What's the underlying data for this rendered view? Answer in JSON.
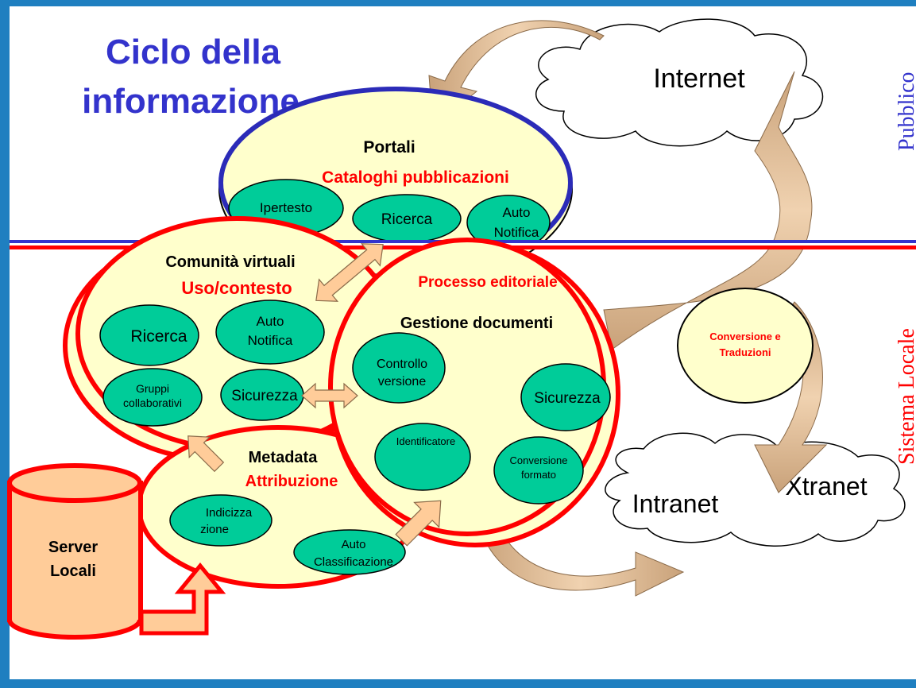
{
  "title": {
    "line1": "Ciclo della",
    "line2": "informazione"
  },
  "side_labels": {
    "public": "Pubblico",
    "local": "Sistema Locale"
  },
  "clouds": {
    "internet": "Internet",
    "intranet": "Intranet",
    "xtranet": "Xtranet"
  },
  "portali": {
    "title": "Portali",
    "subtitle": "Cataloghi pubblicazioni",
    "items": {
      "ipertesto": "Ipertesto",
      "ricerca": "Ricerca",
      "auto_notifica_1": "Auto",
      "auto_notifica_2": "Notifica"
    }
  },
  "comunita": {
    "title": "Comunità virtuali",
    "subtitle": "Uso/contesto",
    "items": {
      "ricerca": "Ricerca",
      "auto_notifica_1": "Auto",
      "auto_notifica_2": "Notifica",
      "gruppi_1": "Gruppi",
      "gruppi_2": "collaborativi",
      "sicurezza": "Sicurezza"
    }
  },
  "processo": {
    "title": "Processo editoriale",
    "subtitle": "Gestione documenti",
    "items": {
      "controllo_1": "Controllo",
      "controllo_2": "versione",
      "sicurezza": "Sicurezza",
      "identificatore": "Identificatore",
      "conversione_1": "Conversione",
      "conversione_2": "formato"
    }
  },
  "metadata": {
    "title": "Metadata",
    "subtitle": "Attribuzione",
    "items": {
      "indicizza_1": "Indicizza",
      "indicizza_2": "zione",
      "auto_class_1": "Auto",
      "auto_class_2": "Classificazione"
    }
  },
  "conversione": {
    "line1": "Conversione e",
    "line2": "Traduzioni"
  },
  "server": {
    "line1": "Server",
    "line2": "Locali"
  },
  "colors": {
    "frame_blue": "#1f7fc0",
    "title_blue": "#3333cc",
    "red": "#ff0000",
    "ellipse_fill": "#ffffcc",
    "green": "#00cc99",
    "tan": "#e6bf99",
    "arrow_fill": "#ffcc99"
  }
}
